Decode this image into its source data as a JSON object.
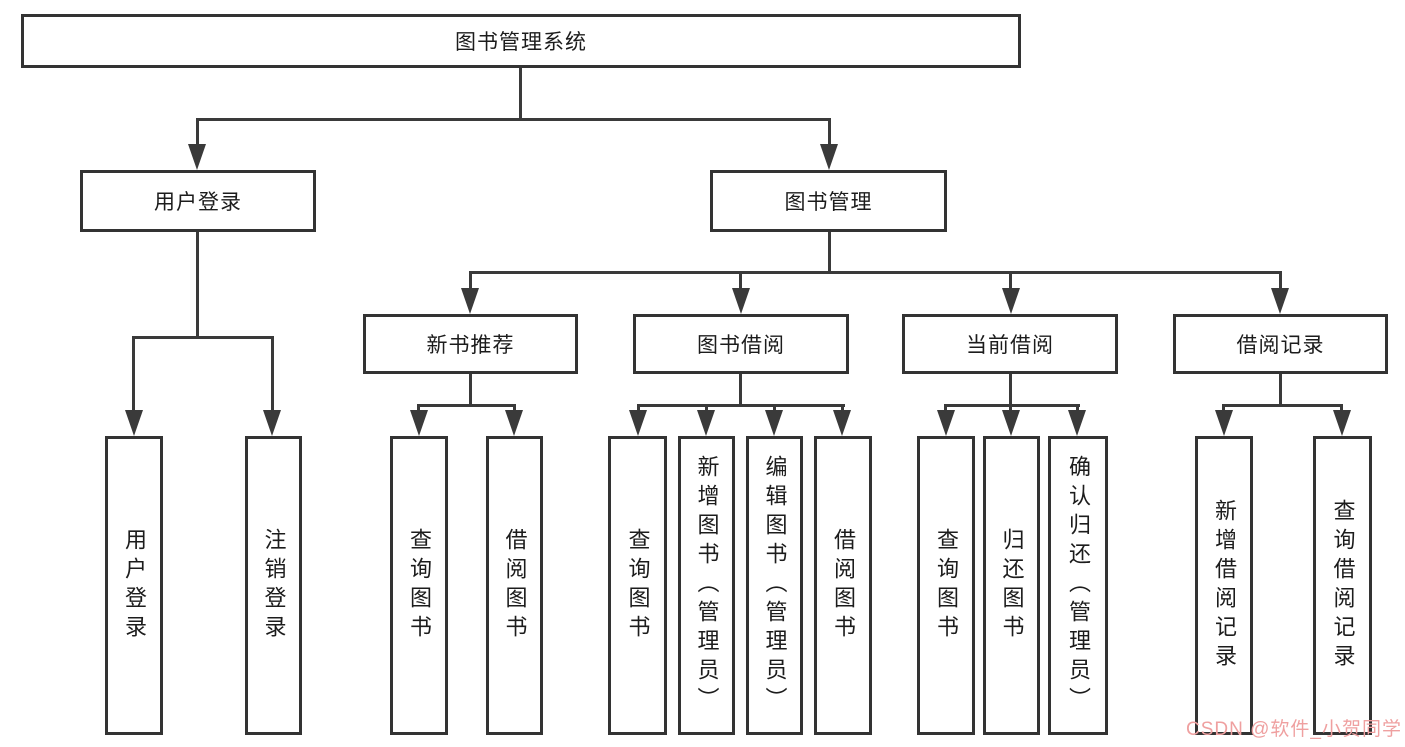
{
  "diagram": {
    "title": "图书管理系统",
    "level2": {
      "user_login": "用户登录",
      "book_management": "图书管理"
    },
    "level3": {
      "new_book_recommend": "新书推荐",
      "book_borrow": "图书借阅",
      "current_borrow": "当前借阅",
      "borrow_records": "借阅记录"
    },
    "leaves": {
      "user_login": "用户登录",
      "user_logout": "注销登录",
      "recommend_query_books": "查询图书",
      "recommend_borrow_books": "借阅图书",
      "borrow_query_books": "查询图书",
      "borrow_add_books_admin": "新增图书（管理员）",
      "borrow_edit_books_admin": "编辑图书（管理员）",
      "borrow_borrow_books": "借阅图书",
      "current_query_books": "查询图书",
      "current_return_books": "归还图书",
      "current_confirm_return_admin": "确认归还（管理员）",
      "records_add_record": "新增借阅记录",
      "records_query_record": "查询借阅记录"
    }
  },
  "watermark": {
    "text": "CSDN @软件_小贺同学",
    "color": "#efa0a0"
  },
  "colors": {
    "line": "#3a3a3a",
    "box_border": "#333333",
    "box_fill": "#ffffff",
    "text": "#1c1c1c",
    "background": "#ffffff"
  }
}
